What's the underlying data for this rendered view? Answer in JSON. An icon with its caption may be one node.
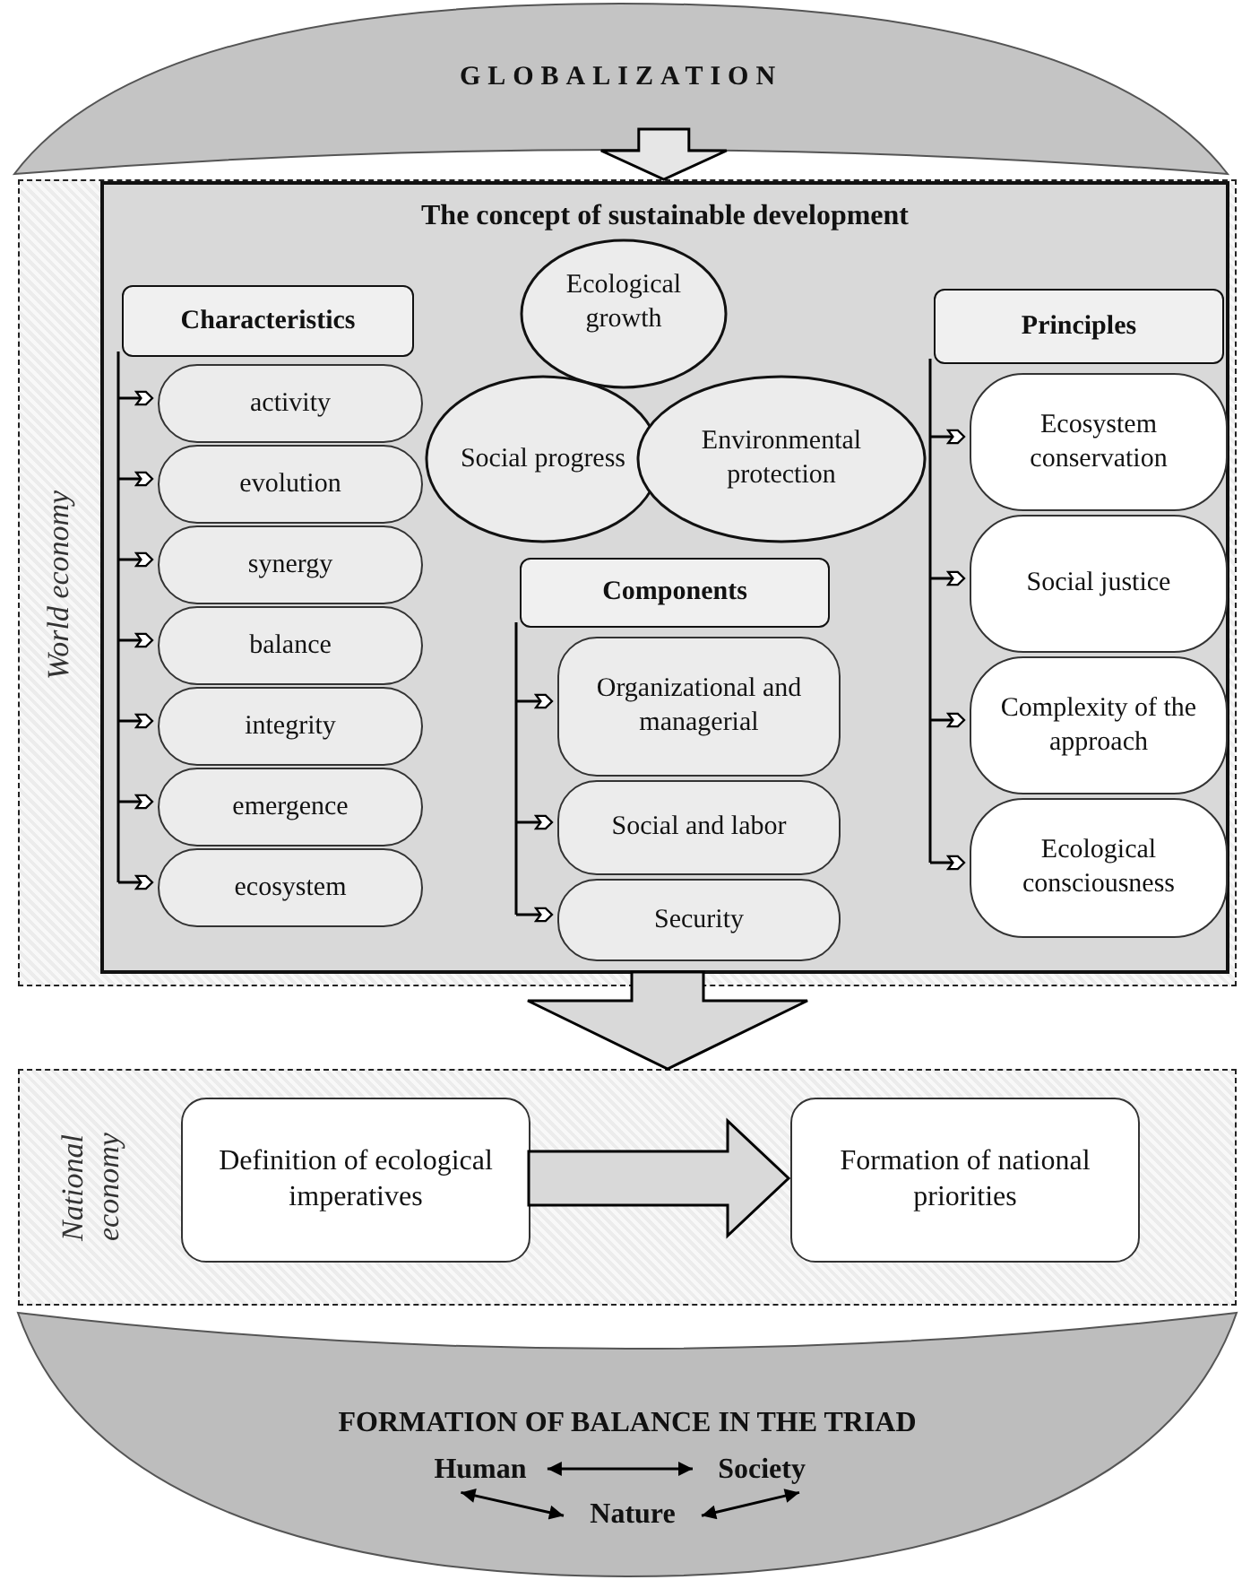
{
  "diagram": {
    "nodes": [
      {
        "text": [
          "GLOBALIZATION"
        ]
      },
      {
        "text": [
          "World economy"
        ]
      },
      {
        "text": [
          "The concept of sustainable development"
        ],
        "in": 1
      },
      {
        "text": [
          "Characteristics"
        ],
        "in": 2
      },
      {
        "text": [
          "activity"
        ],
        "in": 2
      },
      {
        "text": [
          "evolution"
        ],
        "in": 2
      },
      {
        "text": [
          "synergy"
        ],
        "in": 2
      },
      {
        "text": [
          "balance"
        ],
        "in": 2
      },
      {
        "text": [
          "integrity"
        ],
        "in": 2
      },
      {
        "text": [
          "emergence"
        ],
        "in": 2
      },
      {
        "text": [
          "ecosystem"
        ],
        "in": 2
      },
      {
        "text": [
          "Ecological growth"
        ],
        "in": 2
      },
      {
        "text": [
          "Social progress"
        ],
        "in": 2
      },
      {
        "text": [
          "Environmental protection"
        ],
        "in": 2
      },
      {
        "text": [
          "Components"
        ],
        "in": 2
      },
      {
        "text": [
          "Organizational and managerial"
        ],
        "in": 2
      },
      {
        "text": [
          "Social and labor"
        ],
        "in": 2
      },
      {
        "text": [
          "Security"
        ],
        "in": 2
      },
      {
        "text": [
          "Principles"
        ],
        "in": 2
      },
      {
        "text": [
          "Ecosystem conservation"
        ],
        "in": 2
      },
      {
        "text": [
          "Social justice"
        ],
        "in": 2
      },
      {
        "text": [
          "Complexity of the approach"
        ],
        "in": 2
      },
      {
        "text": [
          "Ecological consciousness"
        ],
        "in": 2
      },
      {
        "text": [
          "National economy"
        ]
      },
      {
        "text": [
          "Definition of ecological imperatives"
        ],
        "in": 23
      },
      {
        "text": [
          "Formation of national priorities"
        ],
        "in": 23
      },
      {
        "text": [
          "FORMATION OF BALANCE IN THE TRIAD"
        ]
      },
      {
        "text": [
          "Human"
        ],
        "in": 26
      },
      {
        "text": [
          "Society"
        ],
        "in": 26
      },
      {
        "text": [
          "Nature"
        ],
        "in": 26
      }
    ],
    "edges": [
      {
        "from": 0,
        "to": 2,
        "arrow": "to",
        "style": "thick"
      },
      {
        "from": 2,
        "to": 23,
        "arrow": "to",
        "style": "thick"
      },
      {
        "from": 24,
        "to": 25,
        "arrow": "to",
        "style": "thick"
      },
      {
        "from": 3,
        "to": 4,
        "arrow": "to"
      },
      {
        "from": 3,
        "to": 5,
        "arrow": "to"
      },
      {
        "from": 3,
        "to": 6,
        "arrow": "to"
      },
      {
        "from": 3,
        "to": 7,
        "arrow": "to"
      },
      {
        "from": 3,
        "to": 8,
        "arrow": "to"
      },
      {
        "from": 3,
        "to": 9,
        "arrow": "to"
      },
      {
        "from": 3,
        "to": 10,
        "arrow": "to"
      },
      {
        "from": 14,
        "to": 15,
        "arrow": "to"
      },
      {
        "from": 14,
        "to": 16,
        "arrow": "to"
      },
      {
        "from": 14,
        "to": 17,
        "arrow": "to"
      },
      {
        "from": 18,
        "to": 19,
        "arrow": "to"
      },
      {
        "from": 18,
        "to": 20,
        "arrow": "to"
      },
      {
        "from": 18,
        "to": 21,
        "arrow": "to"
      },
      {
        "from": 18,
        "to": 22,
        "arrow": "to"
      },
      {
        "from": 27,
        "to": 28,
        "arrow": "both"
      },
      {
        "from": 27,
        "to": 29,
        "arrow": "both"
      },
      {
        "from": 29,
        "to": 28,
        "arrow": "both"
      }
    ]
  }
}
